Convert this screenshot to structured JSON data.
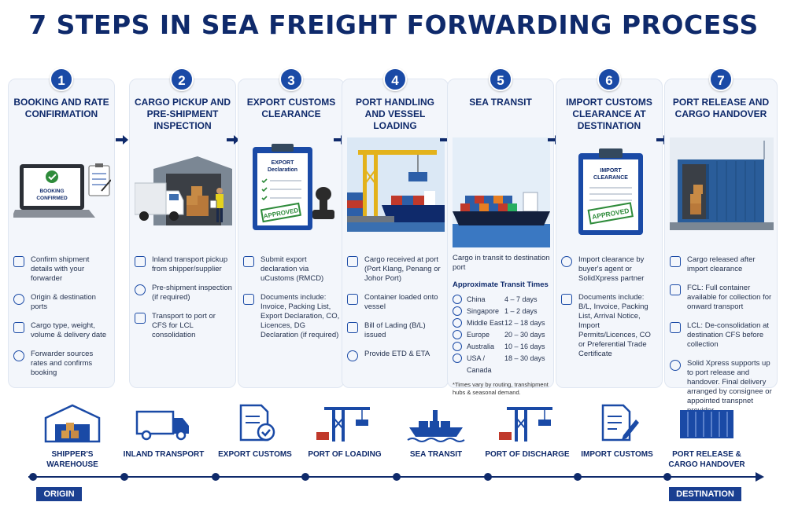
{
  "title": "7 STEPS IN SEA FREIGHT FORWARDING PROCESS",
  "colors": {
    "primary": "#1a4aa6",
    "dark_navy": "#0f2a6b",
    "approved_green": "#2e8b3a",
    "card_bg": "#f3f6fb"
  },
  "steps": [
    {
      "num": "1",
      "title": "BOOKING AND RATE CONFIRMATION",
      "illus_text": {
        "line1": "BOOKING",
        "line2": "CONFIRMED"
      },
      "items": [
        {
          "icon": "clipboard-icon",
          "text": "Confirm shipment details with your forwarder"
        },
        {
          "icon": "location-pin-icon",
          "text": "Origin & destination ports"
        },
        {
          "icon": "edit-icon",
          "text": "Cargo type, weight, volume & delivery date"
        },
        {
          "icon": "dollar-icon",
          "text": "Forwarder sources rates and confirms booking"
        }
      ]
    },
    {
      "num": "2",
      "title": "CARGO PICKUP AND PRE-SHIPMENT INSPECTION",
      "items": [
        {
          "icon": "truck-icon",
          "text": "Inland transport pickup from shipper/supplier"
        },
        {
          "icon": "magnifier-icon",
          "text": "Pre-shipment inspection (if required)"
        },
        {
          "icon": "box-icon",
          "text": "Transport to port or CFS for LCL consolidation"
        }
      ]
    },
    {
      "num": "3",
      "title": "EXPORT CUSTOMS CLEARANCE",
      "illus_text": {
        "line1": "EXPORT",
        "line2": "Declaration",
        "stamp": "APPROVED"
      },
      "items": [
        {
          "icon": "document-icon",
          "text": "Submit export declaration via uCustoms (RMCD)"
        },
        {
          "icon": "document-list-icon",
          "text": "Documents include: Invoice, Packing List, Export Declaration, CO, Licences, DG Declaration (if required)"
        }
      ]
    },
    {
      "num": "4",
      "title": "PORT HANDLING AND VESSEL LOADING",
      "items": [
        {
          "icon": "container-icon",
          "text": "Cargo received at port (Port Klang, Penang or Johor Port)"
        },
        {
          "icon": "crane-icon",
          "text": "Container loaded onto vessel"
        },
        {
          "icon": "document-icon",
          "text": "Bill of Lading (B/L) issued"
        },
        {
          "icon": "clock-icon",
          "text": "Provide ETD & ETA"
        }
      ]
    },
    {
      "num": "5",
      "title": "SEA TRANSIT",
      "lead": "Cargo in transit to destination port",
      "transit_head": "Approximate Transit Times",
      "transit": [
        {
          "dest": "China",
          "days": "4 – 7 days"
        },
        {
          "dest": "Singapore",
          "days": "1 – 2 days"
        },
        {
          "dest": "Middle East",
          "days": "12 – 18 days"
        },
        {
          "dest": "Europe",
          "days": "20 – 30 days"
        },
        {
          "dest": "Australia",
          "days": "10 – 16 days"
        },
        {
          "dest": "USA / Canada",
          "days": "18 – 30 days"
        }
      ],
      "note": "*Times vary by routing, transhipment hubs & seasonal demand."
    },
    {
      "num": "6",
      "title": "IMPORT CUSTOMS CLEARANCE AT DESTINATION",
      "illus_text": {
        "line1": "IMPORT",
        "line2": "CLEARANCE",
        "stamp": "APPROVED"
      },
      "items": [
        {
          "icon": "agent-icon",
          "text": "Import clearance by buyer's agent or SolidXpress partner"
        },
        {
          "icon": "document-list-icon",
          "text": "Documents include: B/L, Invoice, Packing List, Arrival Notice, Import Permits/Licences, CO or Preferential Trade Certificate"
        }
      ]
    },
    {
      "num": "7",
      "title": "PORT RELEASE AND CARGO HANDOVER",
      "items": [
        {
          "icon": "check-document-icon",
          "text": "Cargo released after import clearance"
        },
        {
          "icon": "container-icon",
          "text": "FCL: Full container available for collection for onward transport"
        },
        {
          "icon": "warehouse-icon",
          "text": "LCL: De-consolidation at destination CFS before collection"
        },
        {
          "icon": "handshake-icon",
          "text": "Solid Xpress supports up to port release and handover. Final delivery arranged by consignee or appointed transpnet provider."
        }
      ]
    }
  ],
  "flow": [
    {
      "label": "SHIPPER'S WAREHOUSE",
      "icon": "warehouse-icon"
    },
    {
      "label": "INLAND TRANSPORT",
      "icon": "truck-icon"
    },
    {
      "label": "EXPORT CUSTOMS",
      "icon": "customs-document-icon"
    },
    {
      "label": "PORT OF LOADING",
      "icon": "port-crane-icon"
    },
    {
      "label": "SEA TRANSIT",
      "icon": "ship-icon"
    },
    {
      "label": "PORT OF DISCHARGE",
      "icon": "port-crane-icon"
    },
    {
      "label": "IMPORT CUSTOMS",
      "icon": "import-document-icon"
    },
    {
      "label": "PORT RELEASE & CARGO HANDOVER",
      "icon": "container-icon"
    }
  ],
  "timeline": {
    "origin": "ORIGIN",
    "destination": "DESTINATION"
  }
}
